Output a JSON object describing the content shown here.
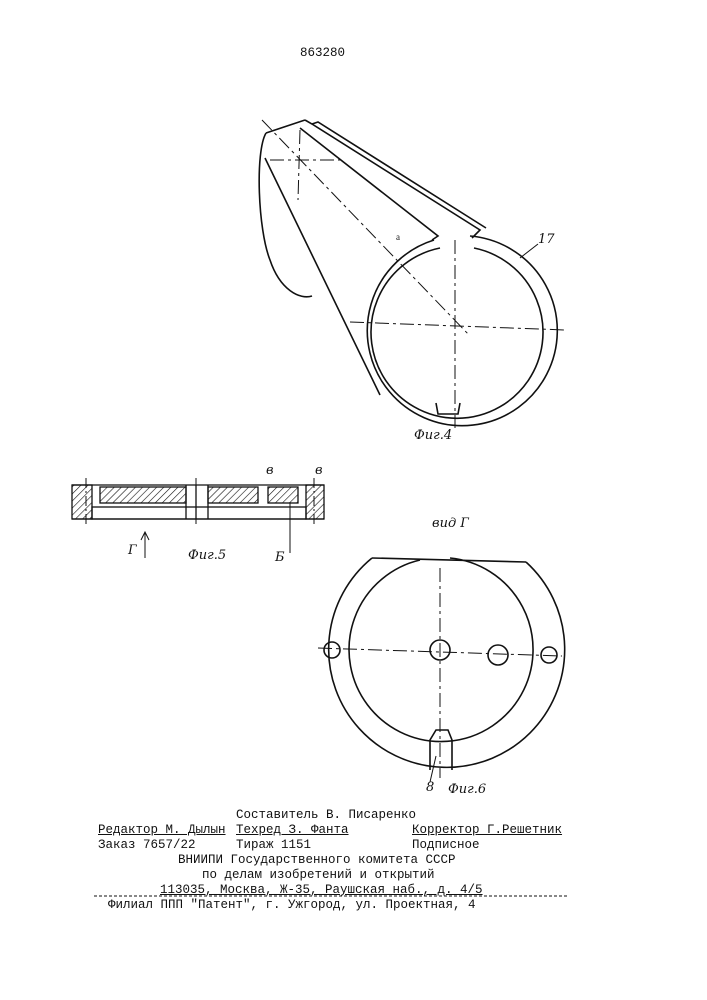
{
  "patent_number": "863280",
  "figures": {
    "fig4": {
      "caption": "Фиг.4",
      "label_17": "17",
      "label_a": "a"
    },
    "fig5": {
      "caption": "Фиг.5",
      "label_v1": "в",
      "label_v2": "в",
      "label_g": "Г",
      "label_b": "Б"
    },
    "fig6": {
      "caption": "Фиг.6",
      "view_label": "вид Г",
      "label_8": "8"
    }
  },
  "colophon": {
    "compiler": "Составитель В. Писаренко",
    "editor": "Редактор М. Дылын",
    "techred": "Техред  З. Фанта",
    "corrector": "Корректор Г.Решетник",
    "order": "Заказ 7657/22",
    "circulation": "Тираж 1151",
    "subscription": "Подписное",
    "org1": "ВНИИПИ Государственного комитета СССР",
    "org2": "по делам изобретений и открытий",
    "address": "113035, Москва, Ж-35, Раушская наб., д. 4/5",
    "branch": "Филиал ППП \"Патент\", г. Ужгород, ул. Проектная, 4"
  }
}
